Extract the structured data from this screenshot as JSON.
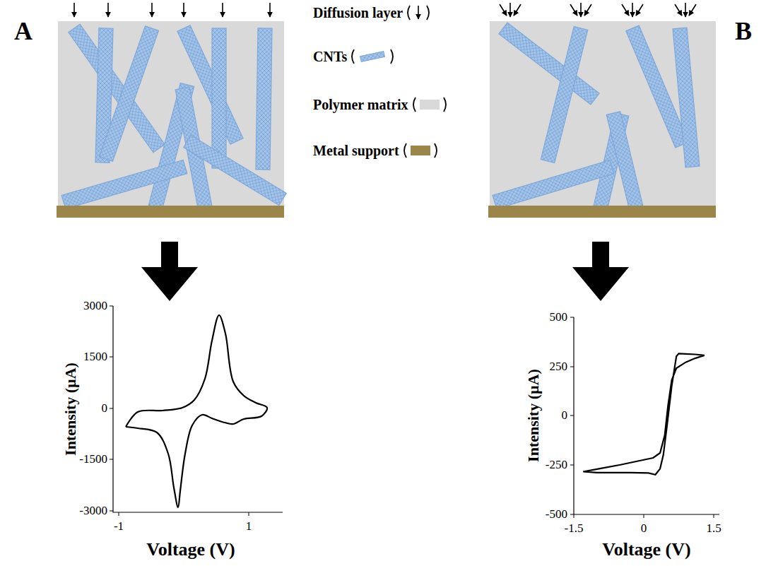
{
  "diagram": {
    "labels": [
      "A",
      "B",
      "Intensity (µA)",
      "3000",
      "1500",
      "0",
      "-1500",
      "-3000",
      "-1",
      "1",
      "Voltage (V)",
      "Intensity (µA)",
      "500",
      "250",
      "0",
      "-250",
      "-500",
      "-1.5",
      "0",
      "1.5",
      "Voltage (V)"
    ],
    "legend": [
      {
        "text": "Diffusion layer"
      },
      {
        "text": "CNTs"
      },
      {
        "text": "Polymer matrix",
        "color": "#d9d9d9"
      },
      {
        "text": "Metal support",
        "color": "#9c8548"
      }
    ]
  }
}
